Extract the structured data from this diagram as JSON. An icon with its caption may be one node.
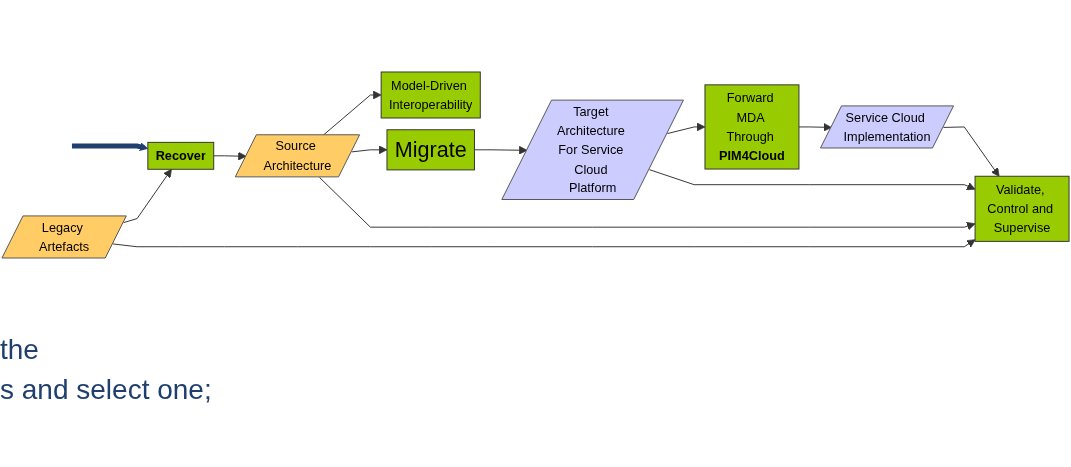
{
  "diagram": {
    "nodes": [
      {
        "text": [
          "Model-Driven Interoperability"
        ]
      },
      {
        "text": [
          "Source Architecture"
        ]
      },
      {
        "text": [
          "Migrate"
        ]
      },
      {
        "text": [
          "Target Architecture For Service Cloud Platform"
        ]
      },
      {
        "text": [
          "Recover"
        ]
      },
      {
        "text": [
          "Validate, Control and Supervise"
        ]
      },
      {
        "text": [
          "Forward MDA Through **PIM4Cloud**"
        ]
      },
      {
        "text": [
          "Legacy Artefacts"
        ]
      },
      {
        "text": [
          "Service Cloud Implementation"
        ]
      }
    ],
    "edges": [
      {
        "from": 1,
        "to": 0,
        "arrow": "to"
      },
      {
        "from": 1,
        "to": 2,
        "arrow": "to"
      },
      {
        "from": 1,
        "to": 5,
        "arrow": "to"
      },
      {
        "from": 2,
        "to": 3,
        "arrow": "to"
      },
      {
        "from": 3,
        "to": 6,
        "arrow": "to"
      },
      {
        "from": 3,
        "to": 5,
        "arrow": "to"
      },
      {
        "from": null,
        "to": 4,
        "arrow": "to",
        "style": "thick",
        "color": "#1f3f6e"
      },
      {
        "from": 4,
        "to": 1,
        "arrow": "to"
      },
      {
        "from": 6,
        "to": 8,
        "arrow": "to"
      },
      {
        "from": 7,
        "to": 4,
        "arrow": "to"
      },
      {
        "from": 7,
        "to": 5,
        "arrow": "to"
      },
      {
        "from": 8,
        "to": 5,
        "arrow": "to"
      }
    ],
    "labels": [
      "the",
      "s and select one;"
    ]
  }
}
